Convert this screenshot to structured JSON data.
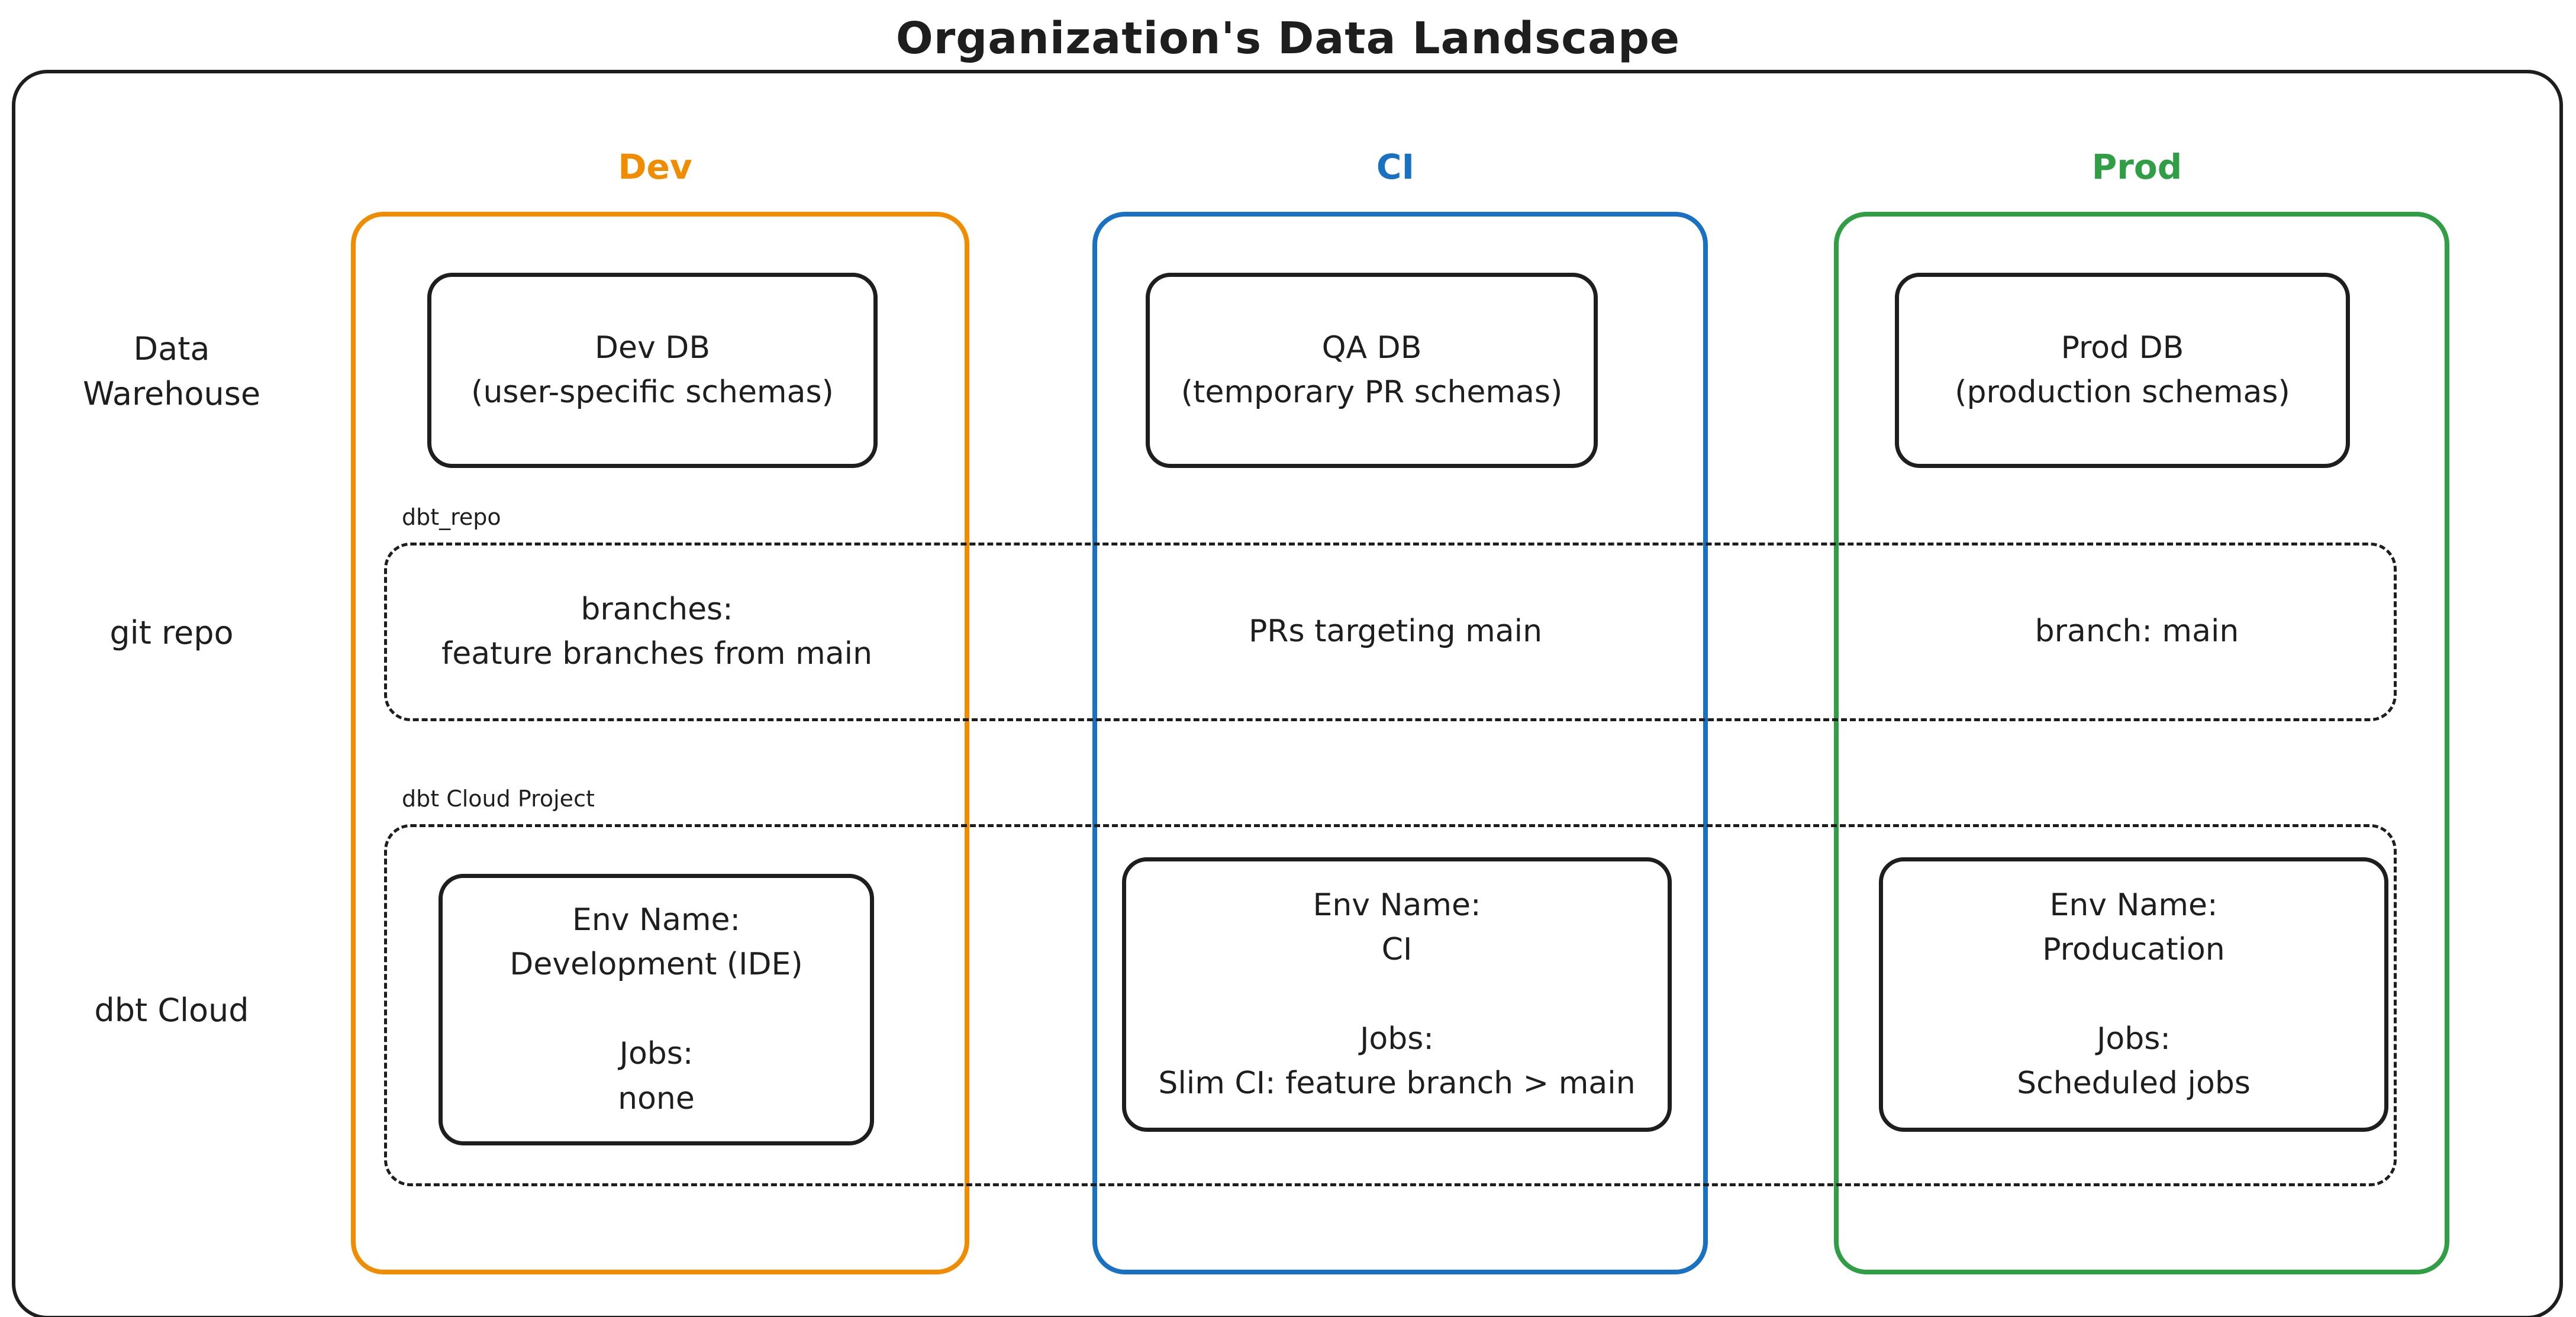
{
  "title": "Organization's Data Landscape",
  "colors": {
    "dev": "#f08c00",
    "ci": "#1971c2",
    "prod": "#2f9e44",
    "stroke": "#1e1e1e"
  },
  "row_labels": {
    "warehouse": "Data\nWarehouse",
    "git": "git repo",
    "dbt": "dbt Cloud"
  },
  "group_labels": {
    "git_repo": "dbt_repo",
    "dbt_project": "dbt Cloud Project"
  },
  "columns": {
    "dev": {
      "header": "Dev",
      "warehouse_box": "Dev DB\n(user-specific schemas)",
      "git_text": "branches:\nfeature branches from main",
      "env_box": "Env Name:\nDevelopment (IDE)\n\nJobs:\nnone"
    },
    "ci": {
      "header": "CI",
      "warehouse_box": "QA DB\n(temporary PR schemas)",
      "git_text": "PRs targeting main",
      "env_box": "Env Name:\nCI\n\nJobs:\nSlim CI: feature branch > main"
    },
    "prod": {
      "header": "Prod",
      "warehouse_box": "Prod DB\n(production schemas)",
      "git_text": "branch: main",
      "env_box": "Env Name:\nProducation\n\nJobs:\nScheduled jobs"
    }
  }
}
